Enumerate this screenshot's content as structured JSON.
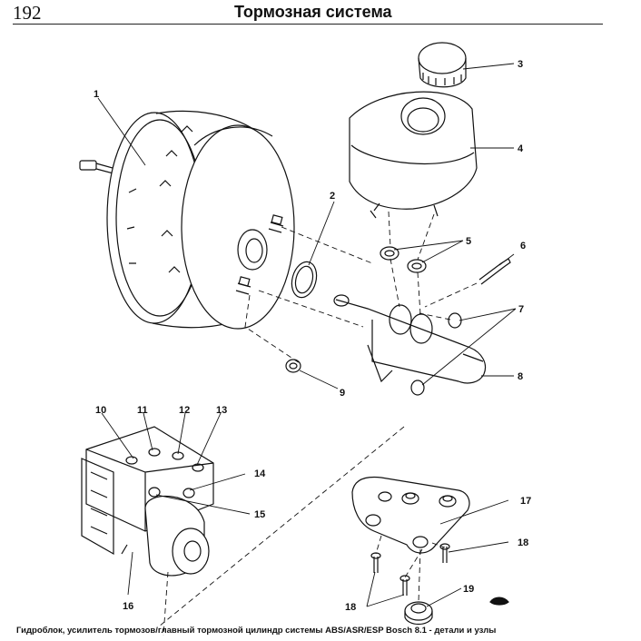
{
  "header": {
    "page_number": "192",
    "title": "Тормозная система"
  },
  "figure": {
    "callouts": {
      "c1": "1",
      "c2": "2",
      "c3": "3",
      "c4": "4",
      "c5": "5",
      "c6": "6",
      "c7": "7",
      "c8": "8",
      "c9": "9",
      "c10": "10",
      "c11": "11",
      "c12": "12",
      "c13": "13",
      "c14": "14",
      "c15": "15",
      "c16": "16",
      "c17": "17",
      "c18a": "18",
      "c18b": "18",
      "c19": "19"
    }
  },
  "caption": "Гидроблок, усилитель тормозов/главный тормозной цилиндр системы ABS/ASR/ESP Bosch 8.1 - детали и узлы"
}
